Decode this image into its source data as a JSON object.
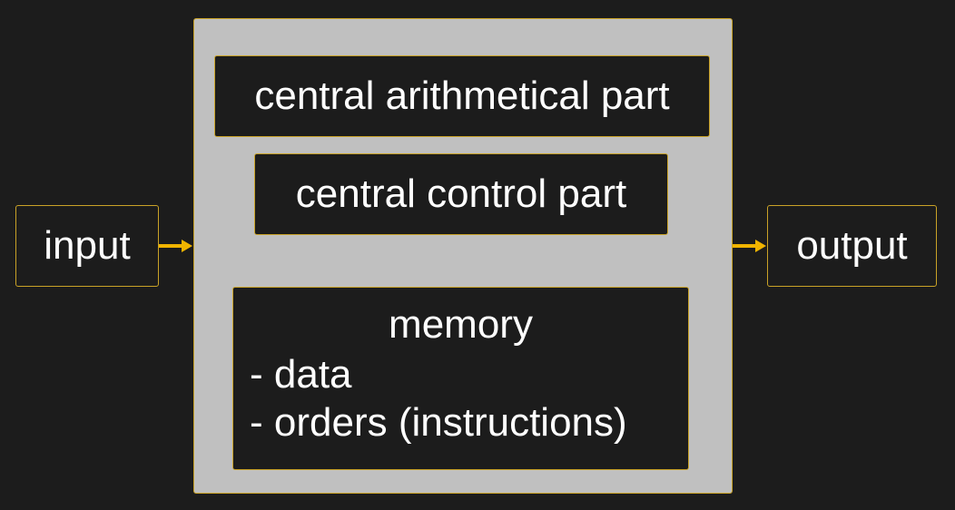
{
  "diagram": {
    "input_label": "input",
    "output_label": "output",
    "arithmetical_label": "central arithmetical part",
    "control_label": "central control part",
    "memory": {
      "title": "memory",
      "items": [
        "- data",
        "- orders (instructions)"
      ]
    },
    "colors": {
      "background": "#1c1c1c",
      "computer_fill": "#c0c0c0",
      "border_accent": "#c9a227",
      "arrow": "#f0b400",
      "text": "#ffffff"
    }
  }
}
